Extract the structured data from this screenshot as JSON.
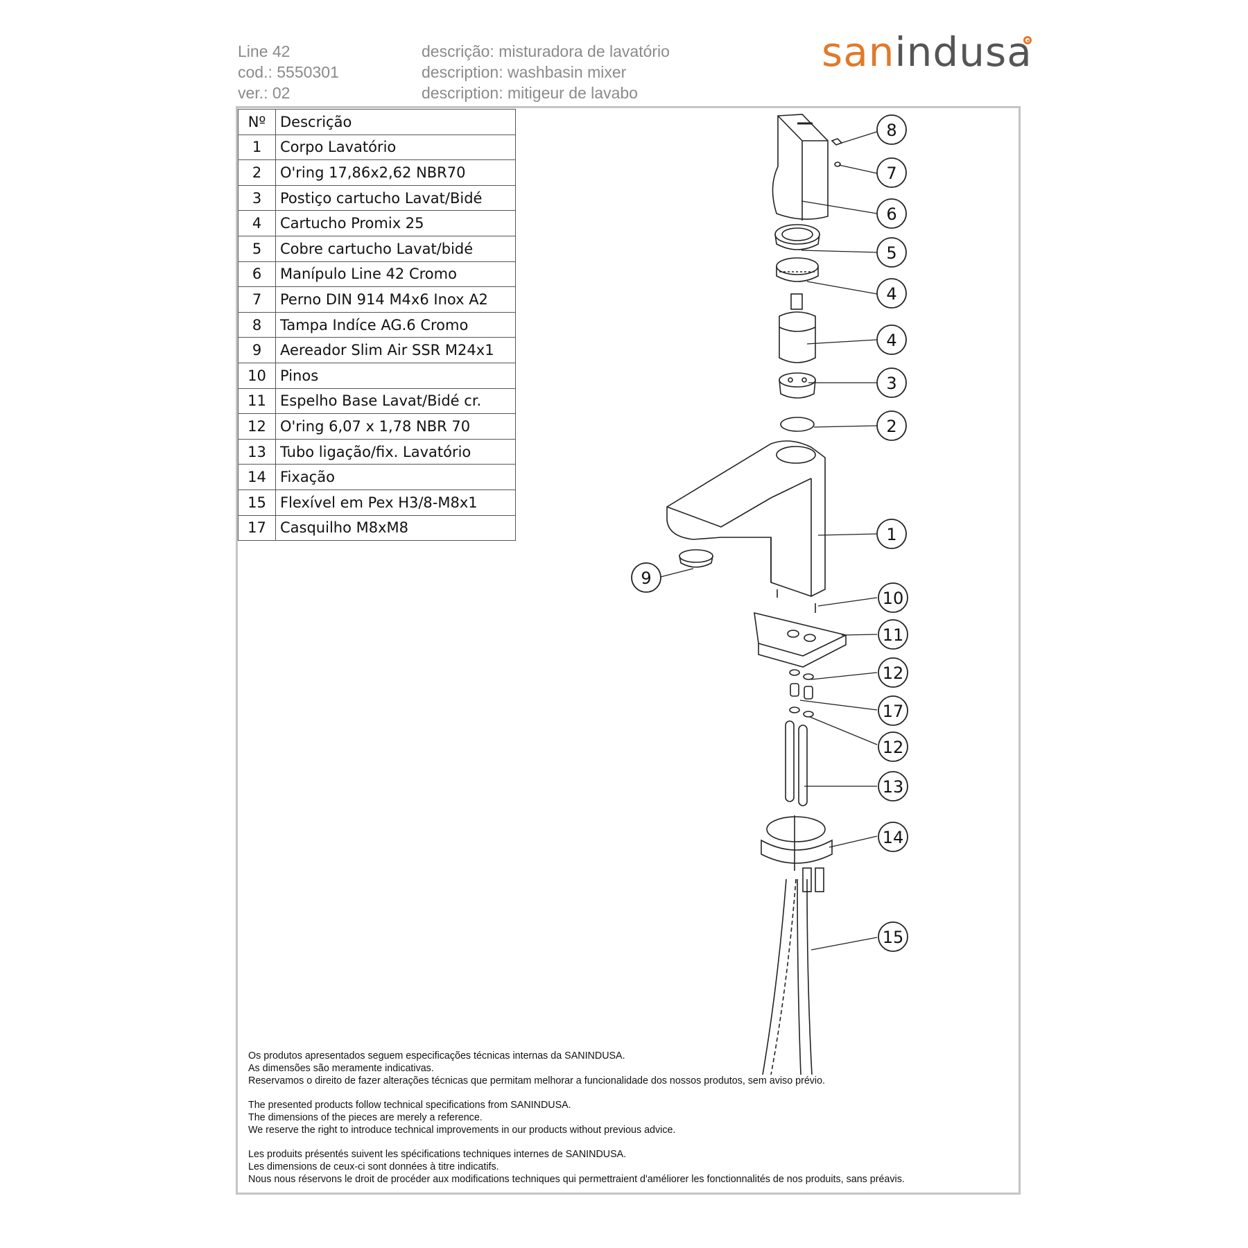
{
  "header": {
    "line": "Line 42",
    "code": "cod.: 5550301",
    "version": "ver.: 02",
    "desc_pt": "descrição: misturadora de lavatório",
    "desc_en": "description: washbasin mixer",
    "desc_fr": "description: mitigeur de lavabo"
  },
  "logo": {
    "part1": "san",
    "part2": "indusa"
  },
  "table": {
    "head_num": "Nº",
    "head_desc": "Descrição",
    "rows": [
      {
        "n": "1",
        "d": "Corpo Lavatório"
      },
      {
        "n": "2",
        "d": "O'ring 17,86x2,62 NBR70"
      },
      {
        "n": "3",
        "d": "Postiço cartucho Lavat/Bidé"
      },
      {
        "n": "4",
        "d": "Cartucho Promix 25"
      },
      {
        "n": "5",
        "d": "Cobre cartucho Lavat/bidé"
      },
      {
        "n": "6",
        "d": "Manípulo Line 42 Cromo"
      },
      {
        "n": "7",
        "d": "Perno DIN 914 M4x6 Inox A2"
      },
      {
        "n": "8",
        "d": "Tampa Indíce AG.6 Cromo"
      },
      {
        "n": "9",
        "d": "Aereador Slim Air SSR M24x1"
      },
      {
        "n": "10",
        "d": "Pinos"
      },
      {
        "n": "11",
        "d": "Espelho Base Lavat/Bidé  cr."
      },
      {
        "n": "12",
        "d": "O'ring 6,07 x 1,78 NBR 70"
      },
      {
        "n": "13",
        "d": "Tubo ligação/fix. Lavatório"
      },
      {
        "n": "14",
        "d": "Fixação"
      },
      {
        "n": "15",
        "d": "Flexível em Pex H3/8-M8x1"
      },
      {
        "n": "17",
        "d": "Casquilho M8xM8"
      }
    ]
  },
  "callouts": [
    "8",
    "7",
    "6",
    "5",
    "4",
    "4",
    "3",
    "2",
    "1",
    "9",
    "10",
    "11",
    "12",
    "17",
    "12",
    "13",
    "14",
    "15"
  ],
  "footer": {
    "pt": [
      "Os produtos apresentados seguem especificações técnicas internas da SANINDUSA.",
      "As dimensões são meramente indicativas.",
      "Reservamos o direito de fazer alterações técnicas que permitam melhorar a funcionalidade dos nossos produtos, sem aviso prévio."
    ],
    "en": [
      "The presented products follow technical specifications from SANINDUSA.",
      "The dimensions of the pieces are merely a reference.",
      "We reserve the right to introduce technical improvements in our products without previous advice."
    ],
    "fr": [
      "Les produits présentés suivent les spécifications techniques internes de SANINDUSA.",
      "Les dimensions de ceux-ci sont données à titre indicatifs.",
      "Nous nous réservons le droit de procéder aux modifications techniques qui permettraient d'améliorer les fonctionnalités de nos produits, sans préavis."
    ]
  },
  "colors": {
    "brand_orange": "#e07a2a",
    "brand_gray": "#555555",
    "header_gray": "#8a8a8a",
    "frame": "#c4c4c4"
  }
}
